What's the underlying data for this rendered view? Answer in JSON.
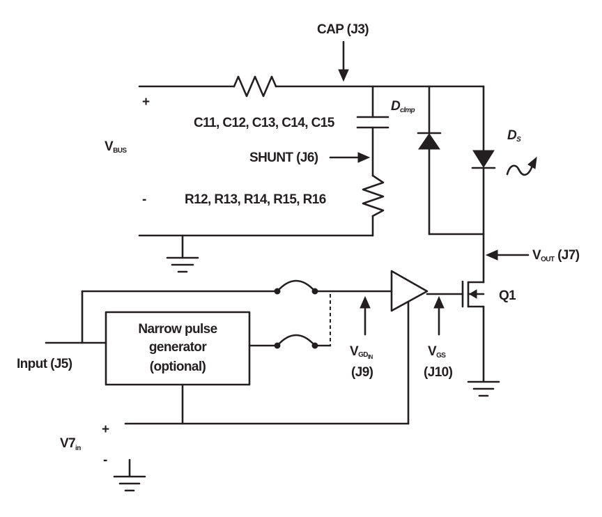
{
  "labels": {
    "cap": "CAP (J3)",
    "plus_bus": "+",
    "minus_bus": "-",
    "vbus_main": "V",
    "vbus_sub": "BUS",
    "capacitors": "C11, C12, C13, C14, C15",
    "dclmp_main": "D",
    "dclmp_sub": "clmp",
    "shunt": "SHUNT (J6)",
    "resistors": "R12, R13, R14, R15, R16",
    "ds_main": "D",
    "ds_sub": "S",
    "vout_main": "V",
    "vout_sub": "OUT",
    "vout_suffix": " (J7)",
    "q1": "Q1",
    "npg_line1": "Narrow pulse",
    "npg_line2": "generator",
    "npg_line3": "(optional)",
    "input": "Input (J5)",
    "vgd_main": "V",
    "vgd_sub": "GD",
    "vgd_subsub": "IN",
    "vgd_ref": "(J9)",
    "vgs_main": "V",
    "vgs_sub": "GS",
    "vgs_ref": "(J10)",
    "plus_v7": "+",
    "minus_v7": "-",
    "v7_main": "V7",
    "v7_sub": "in"
  }
}
